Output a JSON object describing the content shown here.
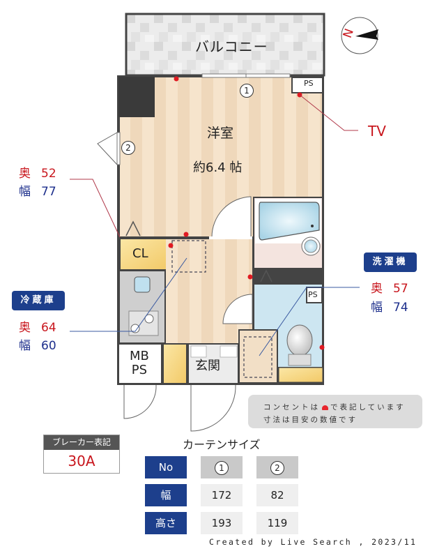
{
  "floorplan": {
    "rooms": {
      "balcony": "バルコニー",
      "western_room": "洋室",
      "western_room_size": "約6.4 帖",
      "closet": "CL",
      "meter_box": "MB\nPS",
      "meter_box_line1": "MB",
      "meter_box_line2": "PS",
      "entrance": "玄関",
      "pipe_space_top": "PS",
      "pipe_space_toilet": "PS"
    },
    "window_markers": [
      "1",
      "2"
    ],
    "tv_label": "TV",
    "compass_label": "N"
  },
  "callouts": {
    "window2": {
      "depth_label": "奥",
      "depth_value": "52",
      "width_label": "幅",
      "width_value": "77"
    },
    "fridge": {
      "title": "冷蔵庫",
      "depth_label": "奥",
      "depth_value": "64",
      "width_label": "幅",
      "width_value": "60"
    },
    "washer": {
      "title": "洗濯機",
      "depth_label": "奥",
      "depth_value": "57",
      "width_label": "幅",
      "width_value": "74"
    }
  },
  "note": {
    "line1_before": "コンセントは",
    "line1_after": "で表記しています",
    "line2": "寸法は目安の数値です"
  },
  "breaker": {
    "title": "ブレーカー表記",
    "value": "30A"
  },
  "curtain": {
    "title": "カーテンサイズ",
    "headers": [
      "No",
      "幅",
      "高さ"
    ],
    "columns": [
      {
        "no": "1",
        "width": "172",
        "height": "193"
      },
      {
        "no": "2",
        "width": "82",
        "height": "119"
      }
    ]
  },
  "footer": "Created by Live Search , 2023/11",
  "colors": {
    "accent_blue": "#1d3f8c",
    "red": "#c8161d",
    "floor_wood": "#f3dfc4",
    "closet_yellow": "#f5d98a",
    "bath_blue": "#c8e4f0",
    "washroom_pink": "#f4e4df"
  }
}
